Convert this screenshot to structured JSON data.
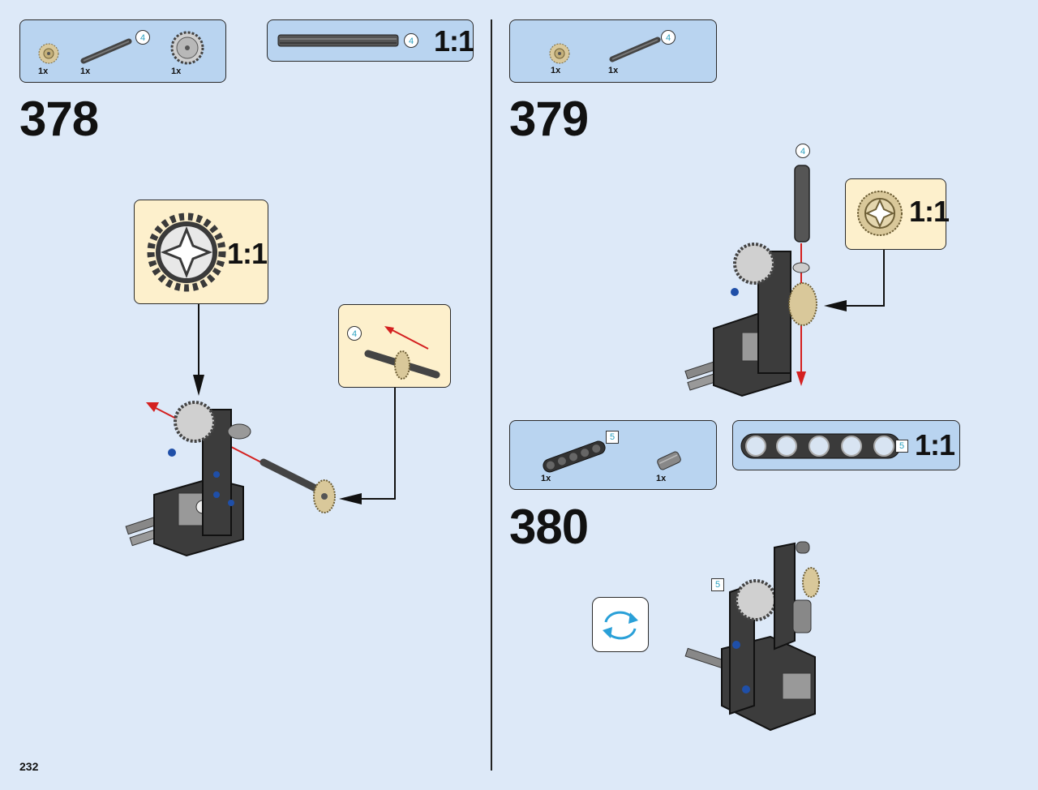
{
  "page_number": "232",
  "steps": [
    {
      "number": "378",
      "parts": [
        {
          "qty": "1x",
          "icon": "tan-gear-icon"
        },
        {
          "qty": "1x",
          "icon": "axle-4-icon",
          "length": "4"
        },
        {
          "qty": "1x",
          "icon": "grey-gear-icon"
        }
      ],
      "axle_scale": {
        "length": "4",
        "scale": "1:1"
      },
      "gear_callout": {
        "scale": "1:1"
      },
      "subassembly": {
        "length": "4"
      }
    },
    {
      "number": "379",
      "parts": [
        {
          "qty": "1x",
          "icon": "tan-gear-icon"
        },
        {
          "qty": "1x",
          "icon": "axle-4-icon",
          "length": "4"
        }
      ],
      "axle_length": "4",
      "gear_callout": {
        "scale": "1:1"
      }
    },
    {
      "number": "380",
      "parts": [
        {
          "qty": "1x",
          "icon": "beam-5-icon",
          "length": "5"
        },
        {
          "qty": "1x",
          "icon": "axle-connector-icon"
        }
      ],
      "beam_scale": {
        "length": "5",
        "scale": "1:1"
      },
      "beam_length": "5",
      "rotate_icon": "rotate-model-icon"
    }
  ],
  "colors": {
    "page_bg": "#dde9f8",
    "parts_box": "#b9d4f0",
    "callout_box": "#fdf0cc",
    "arrow_red": "#d42020",
    "tan": "#d9c89a",
    "dark_grey": "#3c3c3c",
    "blue_pin": "#1f4fa8"
  }
}
